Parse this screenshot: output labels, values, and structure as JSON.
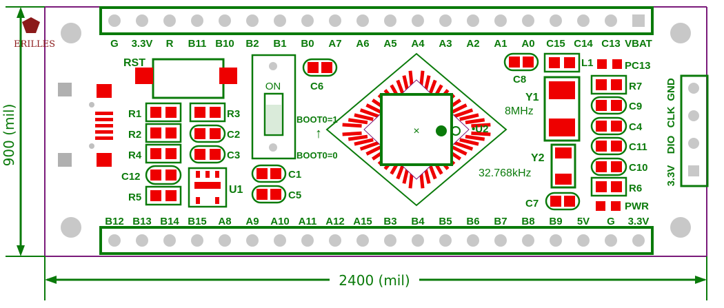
{
  "logo": {
    "text": "ERILLES"
  },
  "dimensions": {
    "width_label": "2400 (mil)",
    "height_label": "900 (mil)"
  },
  "top_header": {
    "pins": [
      "G",
      "3.3V",
      "R",
      "B11",
      "B10",
      "B2",
      "B1",
      "B0",
      "A7",
      "A6",
      "A5",
      "A4",
      "A3",
      "A2",
      "A1",
      "A0",
      "C15",
      "C14",
      "C13",
      "VBAT"
    ]
  },
  "bottom_header": {
    "pins": [
      "B12",
      "B13",
      "B14",
      "B15",
      "A8",
      "A9",
      "A10",
      "A11",
      "A12",
      "A15",
      "B3",
      "B4",
      "B5",
      "B6",
      "B7",
      "B8",
      "B9",
      "5V",
      "G",
      "3.3V"
    ]
  },
  "swd_header": {
    "pins": [
      "GND",
      "CLK",
      "DIO",
      "3.3V"
    ]
  },
  "labels": {
    "rst": "RST",
    "on": "ON",
    "boot1": "BOOT0=1",
    "boot0": "BOOT0=0",
    "arrow": "↑",
    "u1": "U1",
    "u2": "•U2",
    "y1": "Y1",
    "y1_freq": "8MHz",
    "y2": "Y2",
    "y2_freq": "32.768kHz",
    "pc13": "PC13",
    "pwr": "PWR",
    "l1": "L1"
  },
  "left_parts": {
    "r1": "R1",
    "r2": "R2",
    "r4": "R4",
    "c12": "C12",
    "r5": "R5",
    "r3": "R3",
    "c2": "C2",
    "c3": "C3",
    "c1": "C1",
    "c5": "C5",
    "c6": "C6"
  },
  "right_parts": {
    "c8": "C8",
    "c7": "C7",
    "r7": "R7",
    "c9": "C9",
    "c4": "C4",
    "c11": "C11",
    "c10": "C10",
    "r6": "R6"
  },
  "colors": {
    "silkscreen": "#0a7a0a",
    "pad": "#ee0000",
    "outline": "#7a1a7a",
    "pin_hole": "#c8c8c8"
  }
}
